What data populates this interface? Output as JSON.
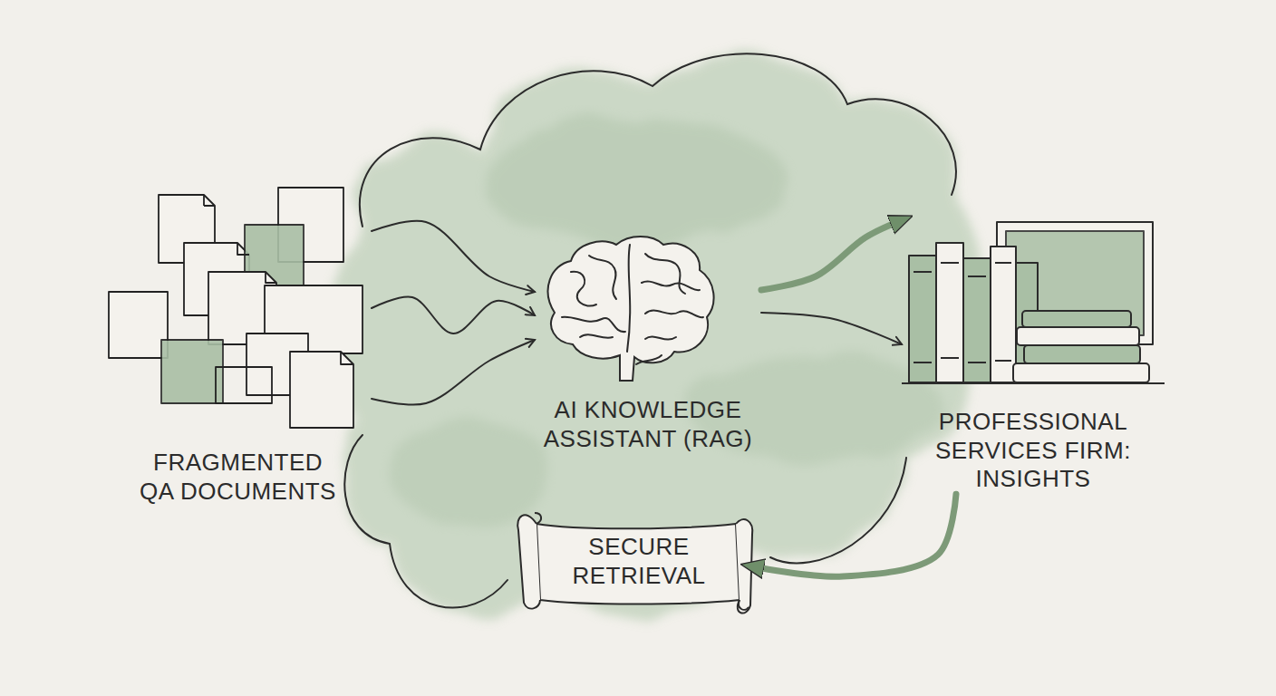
{
  "diagram": {
    "nodes": [
      {
        "text": [
          "FRAGMENTED QA DOCUMENTS"
        ]
      },
      {
        "text": [
          "AI KNOWLEDGE ASSISTANT (RAG)"
        ]
      },
      {
        "text": [
          "PROFESSIONAL SERVICES FIRM: INSIGHTS"
        ]
      },
      {
        "text": [
          "SECURE RETRIEVAL"
        ]
      }
    ],
    "edges": [
      {
        "from": 0,
        "to": 1,
        "arrow": "to"
      },
      {
        "from": 0,
        "to": 1,
        "arrow": "to"
      },
      {
        "from": 0,
        "to": 1,
        "arrow": "to"
      },
      {
        "from": 1,
        "to": 2,
        "arrow": "to"
      },
      {
        "from": 1,
        "to": 2,
        "arrow": "to"
      },
      {
        "from": 2,
        "to": 3,
        "arrow": "to"
      }
    ]
  }
}
